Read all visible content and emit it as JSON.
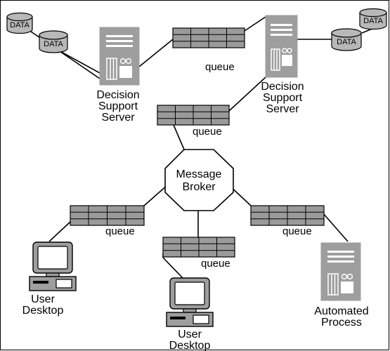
{
  "labels": {
    "data": "DATA",
    "queue": "queue",
    "decision_support_server": [
      "Decision",
      "Support",
      "Server"
    ],
    "message_broker": [
      "Message",
      "Broker"
    ],
    "user_desktop": [
      "User",
      "Desktop"
    ],
    "automated_process": [
      "Automated",
      "Process"
    ]
  },
  "colors": {
    "server_gray": "#9e9e9e",
    "queue_gray": "#9a9a9a",
    "db_gray": "#b8b8b8",
    "line": "#000000"
  },
  "icons": {
    "database": "database-cylinder",
    "server": "server-tower",
    "desktop": "desktop-computer",
    "queue": "message-queue",
    "broker": "octagon"
  }
}
